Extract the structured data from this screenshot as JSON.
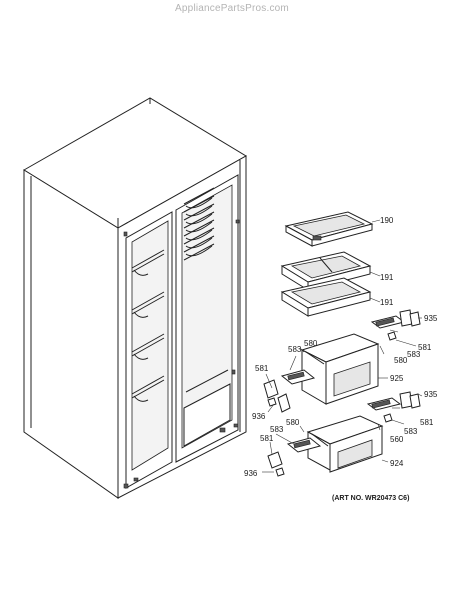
{
  "watermark": "AppliancePartsPros.com",
  "art_number": "(ART NO. WR20473 C6)",
  "callouts": {
    "c190": "190",
    "c191a": "191",
    "c191b": "191",
    "c935a": "935",
    "c581a": "581",
    "c580a": "580",
    "c583a": "583",
    "c583b": "583",
    "c580b": "580",
    "c581b": "581",
    "c925": "925",
    "c936a": "936",
    "c935b": "935",
    "c581c": "581",
    "c583c": "583",
    "c560": "560",
    "c583d": "583",
    "c580c": "580",
    "c581d": "581",
    "c924": "924",
    "c936b": "936"
  }
}
